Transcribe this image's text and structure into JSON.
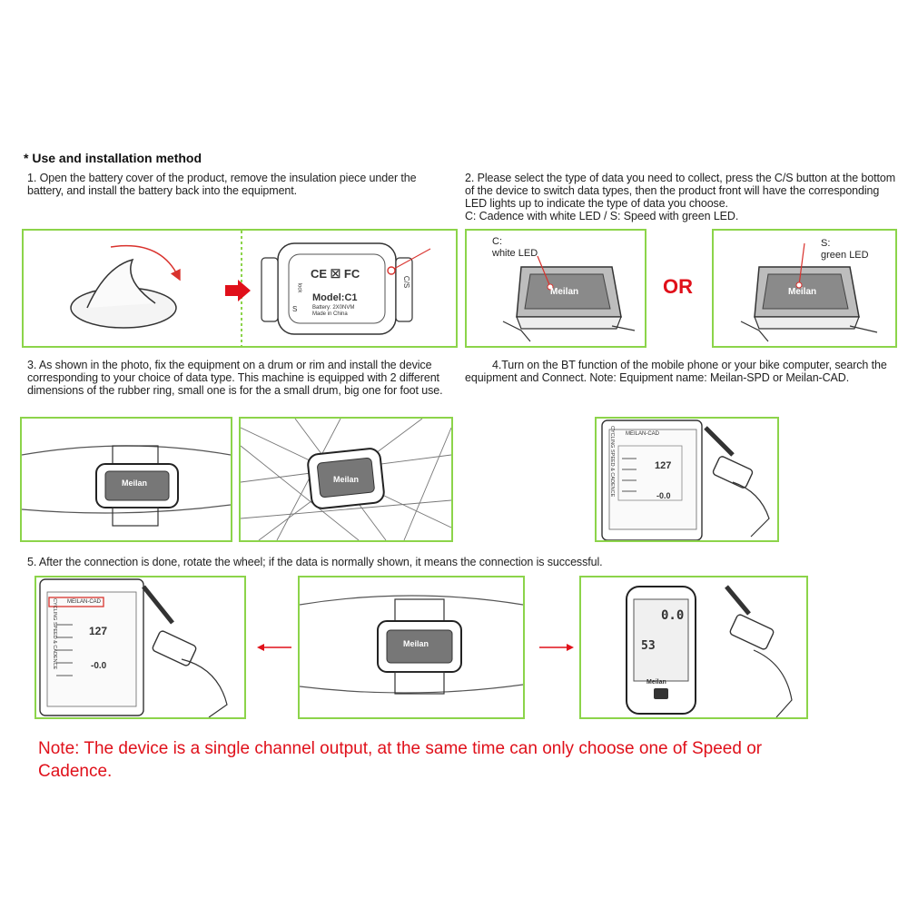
{
  "heading": "* Use and installation method",
  "steps": {
    "s1": "1. Open the battery cover of the product, remove the insulation piece under the battery, and install the battery back into the equipment.",
    "s2a": "2. Please select the type of data you need to collect, press the C/S button at the bottom of the device to switch data types, then the product front will have the corresponding LED lights up to indicate the type of data you choose.",
    "s2b": "C: Cadence with white LED / S: Speed with green LED.",
    "s3": "3. As shown in the photo, fix the equipment on a drum or rim and install the device corresponding to your choice of data type. This machine is equipped with 2 different dimensions of the rubber ring, small one is for the a small drum, big one for foot use.",
    "s4": "4.Turn on the BT function of the mobile phone or your bike computer, search the equipment and Connect. Note: Equipment name: Meilan-SPD or Meilan-CAD.",
    "s5": "5. After the connection is done, rotate the wheel; if the data is normally shown, it means the connection is successful."
  },
  "device_back": {
    "marks": "CE ☒ FC",
    "model": "Model:C1",
    "battery": "Battery: 2X0NVM",
    "made": "Made in China",
    "cs": "C/S",
    "lock": "lock",
    "s_mark": "S"
  },
  "led": {
    "c_label": "C:",
    "c_led": "white LED",
    "s_label": "S:",
    "s_led": "green LED",
    "or": "OR",
    "brand": "Meilan"
  },
  "phone": {
    "app_title": "MEILAN-CAD",
    "side_title": "CYCLING SPEED & CADENCE",
    "value_main": "127",
    "value_sub": "-0.0"
  },
  "computer": {
    "brand": "Meilan",
    "d1": "0.0",
    "d2": "53"
  },
  "note": {
    "label": "Note:",
    "text": " The device is a single channel output, at the same time can only choose one of Speed or Cadence."
  },
  "colors": {
    "panel_border": "#8cd44a",
    "accent_red": "#e0101a"
  }
}
